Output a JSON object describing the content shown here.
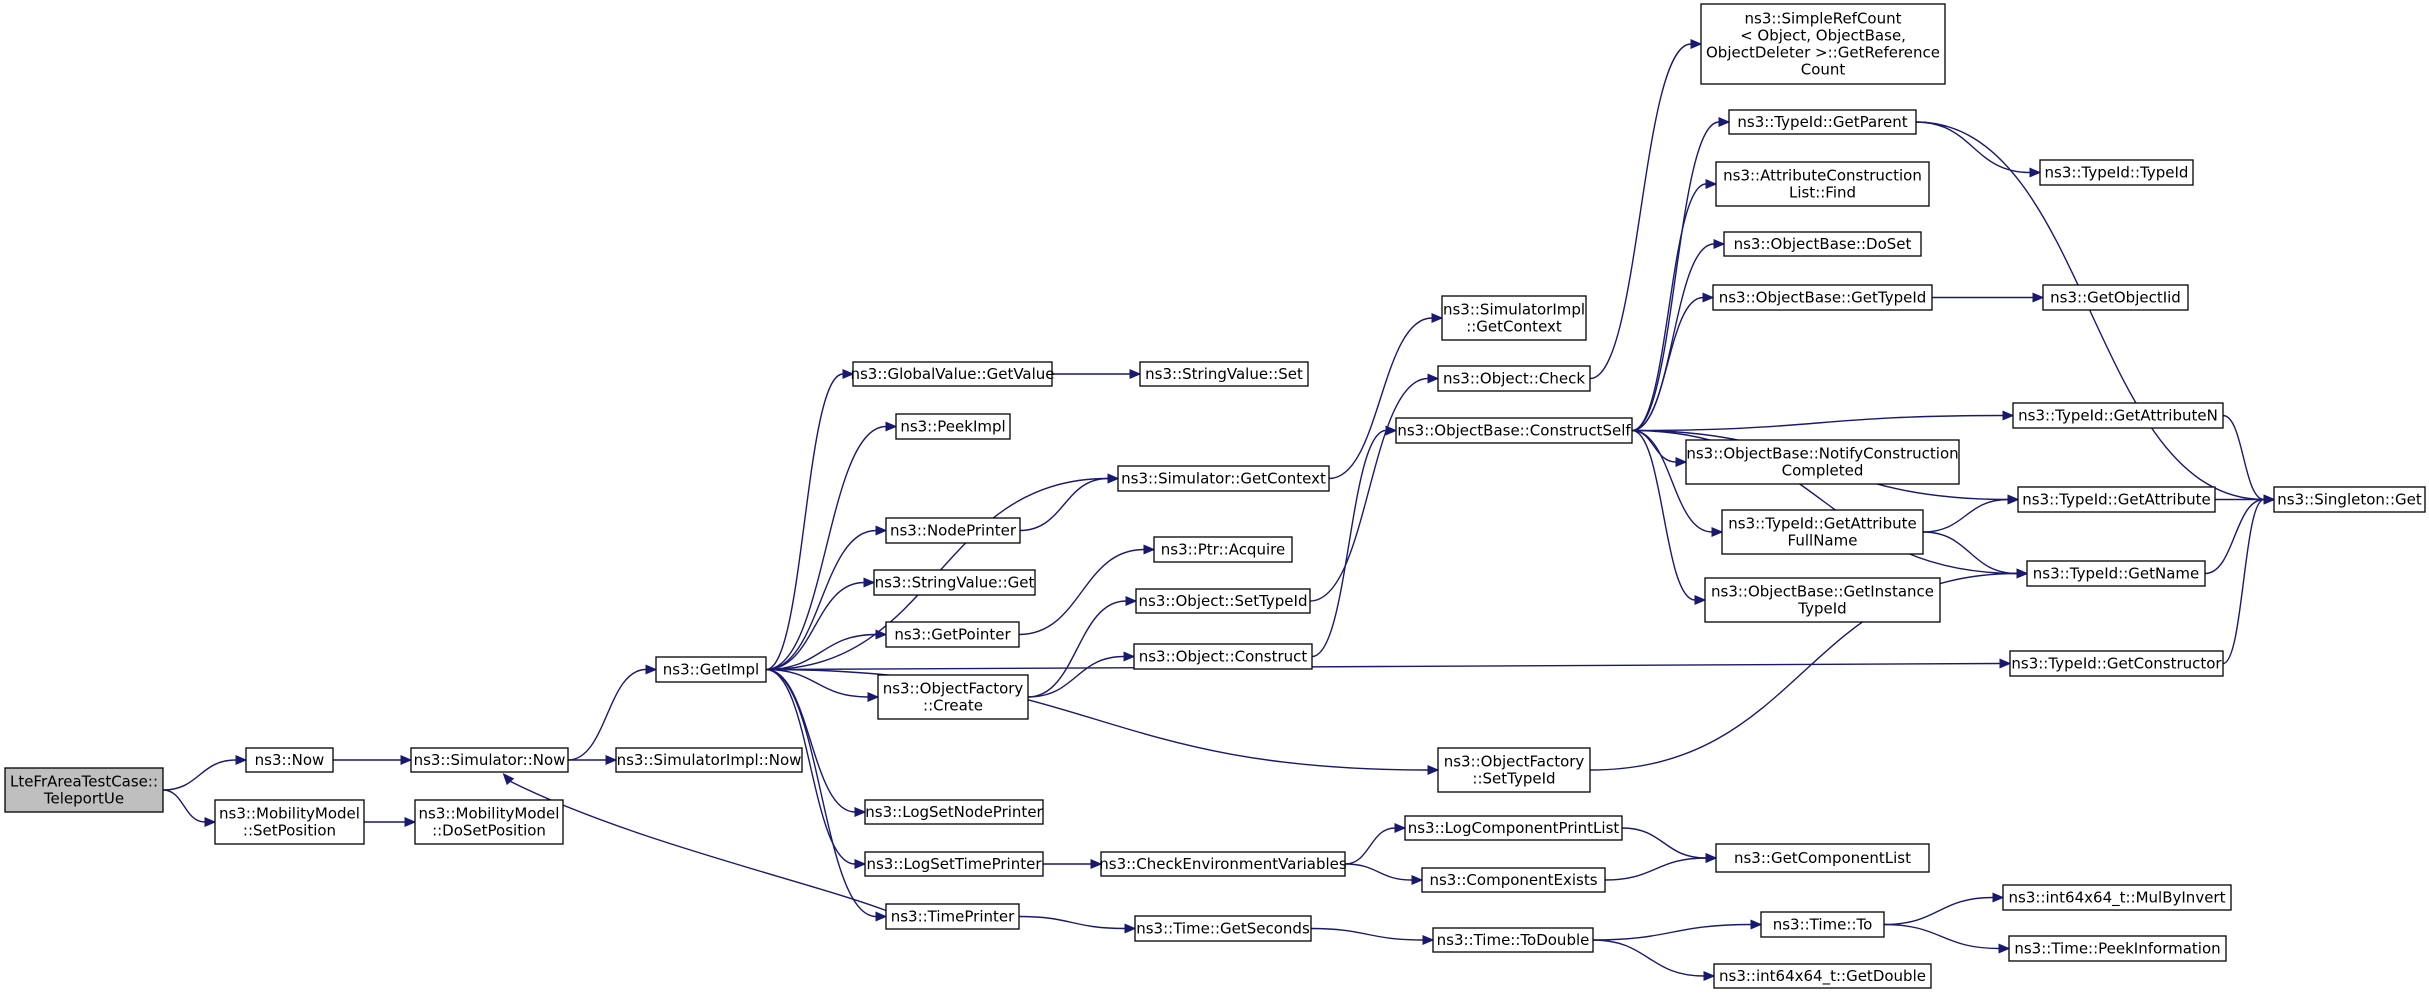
{
  "graph": {
    "colors": {
      "edge": "#191970",
      "border": "#000000",
      "incomplete_border": "#ff0000",
      "root_fill": "#bfbfbf",
      "node_fill": "#ffffff"
    },
    "nodes": [
      {
        "id": "root",
        "lines": [
          "LteFrAreaTestCase::",
          "TeleportUe"
        ],
        "root": true
      },
      {
        "id": "now",
        "lines": [
          "ns3::Now"
        ]
      },
      {
        "id": "mmsetpos",
        "lines": [
          "ns3::MobilityModel",
          "::SetPosition"
        ]
      },
      {
        "id": "simnow",
        "lines": [
          "ns3::Simulator::Now"
        ]
      },
      {
        "id": "mmdosetpos",
        "lines": [
          "ns3::MobilityModel",
          "::DoSetPosition"
        ]
      },
      {
        "id": "getimpl",
        "lines": [
          "ns3::GetImpl"
        ]
      },
      {
        "id": "simimplnow",
        "lines": [
          "ns3::SimulatorImpl::Now"
        ]
      },
      {
        "id": "gvgetvalue",
        "lines": [
          "ns3::GlobalValue::GetValue"
        ]
      },
      {
        "id": "peekimpl",
        "lines": [
          "ns3::PeekImpl"
        ]
      },
      {
        "id": "nodeprinter",
        "lines": [
          "ns3::NodePrinter"
        ]
      },
      {
        "id": "stringvalueget",
        "lines": [
          "ns3::StringValue::Get"
        ]
      },
      {
        "id": "getpointer",
        "lines": [
          "ns3::GetPointer"
        ]
      },
      {
        "id": "ofcreate",
        "lines": [
          "ns3::ObjectFactory",
          "::Create"
        ]
      },
      {
        "id": "logsetnodeprinter",
        "lines": [
          "ns3::LogSetNodePrinter"
        ]
      },
      {
        "id": "logsettimeprinter",
        "lines": [
          "ns3::LogSetTimePrinter"
        ]
      },
      {
        "id": "timeprinter",
        "lines": [
          "ns3::TimePrinter"
        ]
      },
      {
        "id": "stringvalueset",
        "lines": [
          "ns3::StringValue::Set"
        ]
      },
      {
        "id": "simgetcontext",
        "lines": [
          "ns3::Simulator::GetContext"
        ]
      },
      {
        "id": "ptracquire",
        "lines": [
          "ns3::Ptr::Acquire"
        ]
      },
      {
        "id": "objsettypeid",
        "lines": [
          "ns3::Object::SetTypeId"
        ]
      },
      {
        "id": "objconstruct",
        "lines": [
          "ns3::Object::Construct"
        ]
      },
      {
        "id": "checkenv",
        "lines": [
          "ns3::CheckEnvironmentVariables"
        ]
      },
      {
        "id": "timegetseconds",
        "lines": [
          "ns3::Time::GetSeconds"
        ]
      },
      {
        "id": "simimplgetcontext",
        "lines": [
          "ns3::SimulatorImpl",
          "::GetContext"
        ]
      },
      {
        "id": "objcheck",
        "lines": [
          "ns3::Object::Check"
        ]
      },
      {
        "id": "obconstructself",
        "lines": [
          "ns3::ObjectBase::ConstructSelf"
        ]
      },
      {
        "id": "ofsettypeid",
        "lines": [
          "ns3::ObjectFactory",
          "::SetTypeId"
        ]
      },
      {
        "id": "logcompprintlist",
        "lines": [
          "ns3::LogComponentPrintList"
        ]
      },
      {
        "id": "compexists",
        "lines": [
          "ns3::ComponentExists"
        ]
      },
      {
        "id": "timetodouble",
        "lines": [
          "ns3::Time::ToDouble"
        ]
      },
      {
        "id": "simplerefcount",
        "lines": [
          "ns3::SimpleRefCount",
          "< Object, ObjectBase,",
          "ObjectDeleter >::GetReference",
          "Count"
        ]
      },
      {
        "id": "tidgetparent",
        "lines": [
          "ns3::TypeId::GetParent"
        ]
      },
      {
        "id": "attrconstrfind",
        "lines": [
          "ns3::AttributeConstruction",
          "List::Find"
        ]
      },
      {
        "id": "obdoset",
        "lines": [
          "ns3::ObjectBase::DoSet"
        ]
      },
      {
        "id": "obgettypeid",
        "lines": [
          "ns3::ObjectBase::GetTypeId"
        ]
      },
      {
        "id": "obnotify",
        "lines": [
          "ns3::ObjectBase::NotifyConstruction",
          "Completed"
        ]
      },
      {
        "id": "tidgetattrfullname",
        "lines": [
          "ns3::TypeId::GetAttribute",
          "FullName"
        ]
      },
      {
        "id": "obgetinstancetypeid",
        "lines": [
          "ns3::ObjectBase::GetInstance",
          "TypeId"
        ]
      },
      {
        "id": "getcomponentlist",
        "lines": [
          "ns3::GetComponentList"
        ]
      },
      {
        "id": "timeto",
        "lines": [
          "ns3::Time::To"
        ]
      },
      {
        "id": "int64getdouble",
        "lines": [
          "ns3::int64x64_t::GetDouble"
        ]
      },
      {
        "id": "tidtypeid",
        "lines": [
          "ns3::TypeId::TypeId"
        ]
      },
      {
        "id": "getobjectiid",
        "lines": [
          "ns3::GetObjectIid"
        ],
        "incomplete": true
      },
      {
        "id": "tidgetattrn",
        "lines": [
          "ns3::TypeId::GetAttributeN"
        ]
      },
      {
        "id": "tidgetattr",
        "lines": [
          "ns3::TypeId::GetAttribute"
        ]
      },
      {
        "id": "tidgetname",
        "lines": [
          "ns3::TypeId::GetName"
        ]
      },
      {
        "id": "tidgetconstructor",
        "lines": [
          "ns3::TypeId::GetConstructor"
        ]
      },
      {
        "id": "mulbyinvert",
        "lines": [
          "ns3::int64x64_t::MulByInvert"
        ],
        "incomplete": true
      },
      {
        "id": "peekinfo",
        "lines": [
          "ns3::Time::PeekInformation"
        ],
        "incomplete": true
      },
      {
        "id": "singletonget",
        "lines": [
          "ns3::Singleton::Get"
        ]
      }
    ],
    "edges": [
      [
        "root",
        "now"
      ],
      [
        "root",
        "mmsetpos"
      ],
      [
        "now",
        "simnow"
      ],
      [
        "mmsetpos",
        "mmdosetpos"
      ],
      [
        "simnow",
        "getimpl"
      ],
      [
        "simnow",
        "simimplnow"
      ],
      [
        "getimpl",
        "gvgetvalue"
      ],
      [
        "getimpl",
        "peekimpl"
      ],
      [
        "getimpl",
        "simgetcontext"
      ],
      [
        "getimpl",
        "nodeprinter"
      ],
      [
        "getimpl",
        "stringvalueget"
      ],
      [
        "getimpl",
        "getpointer"
      ],
      [
        "getimpl",
        "ofcreate"
      ],
      [
        "getimpl",
        "tidgetconstructor"
      ],
      [
        "getimpl",
        "ofsettypeid"
      ],
      [
        "getimpl",
        "logsetnodeprinter"
      ],
      [
        "getimpl",
        "logsettimeprinter"
      ],
      [
        "getimpl",
        "timeprinter"
      ],
      [
        "gvgetvalue",
        "stringvalueset"
      ],
      [
        "nodeprinter",
        "simgetcontext"
      ],
      [
        "simgetcontext",
        "simimplgetcontext"
      ],
      [
        "getpointer",
        "ptracquire"
      ],
      [
        "ofcreate",
        "objsettypeid"
      ],
      [
        "ofcreate",
        "objconstruct"
      ],
      [
        "objsettypeid",
        "objcheck"
      ],
      [
        "objconstruct",
        "obconstructself"
      ],
      [
        "logsettimeprinter",
        "checkenv"
      ],
      [
        "timeprinter",
        "simnow"
      ],
      [
        "timeprinter",
        "timegetseconds"
      ],
      [
        "checkenv",
        "logcompprintlist"
      ],
      [
        "checkenv",
        "compexists"
      ],
      [
        "timegetseconds",
        "timetodouble"
      ],
      [
        "objcheck",
        "simplerefcount"
      ],
      [
        "obconstructself",
        "tidgetparent"
      ],
      [
        "obconstructself",
        "attrconstrfind"
      ],
      [
        "obconstructself",
        "obdoset"
      ],
      [
        "obconstructself",
        "obgettypeid"
      ],
      [
        "obconstructself",
        "tidgetattrn"
      ],
      [
        "obconstructself",
        "tidgetattr"
      ],
      [
        "obconstructself",
        "obnotify"
      ],
      [
        "obconstructself",
        "tidgetattrfullname"
      ],
      [
        "obconstructself",
        "obgetinstancetypeid"
      ],
      [
        "obconstructself",
        "tidgetname"
      ],
      [
        "ofsettypeid",
        "tidgetname"
      ],
      [
        "logcompprintlist",
        "getcomponentlist"
      ],
      [
        "compexists",
        "getcomponentlist"
      ],
      [
        "timetodouble",
        "timeto"
      ],
      [
        "timetodouble",
        "int64getdouble"
      ],
      [
        "timeto",
        "mulbyinvert"
      ],
      [
        "timeto",
        "peekinfo"
      ],
      [
        "tidgetparent",
        "tidtypeid"
      ],
      [
        "tidgetparent",
        "singletonget"
      ],
      [
        "obgettypeid",
        "getobjectiid"
      ],
      [
        "tidgetattrn",
        "singletonget"
      ],
      [
        "tidgetattr",
        "singletonget"
      ],
      [
        "tidgetattrfullname",
        "tidgetattr"
      ],
      [
        "tidgetattrfullname",
        "tidgetname"
      ],
      [
        "tidgetname",
        "singletonget"
      ],
      [
        "tidgetconstructor",
        "singletonget"
      ]
    ]
  }
}
